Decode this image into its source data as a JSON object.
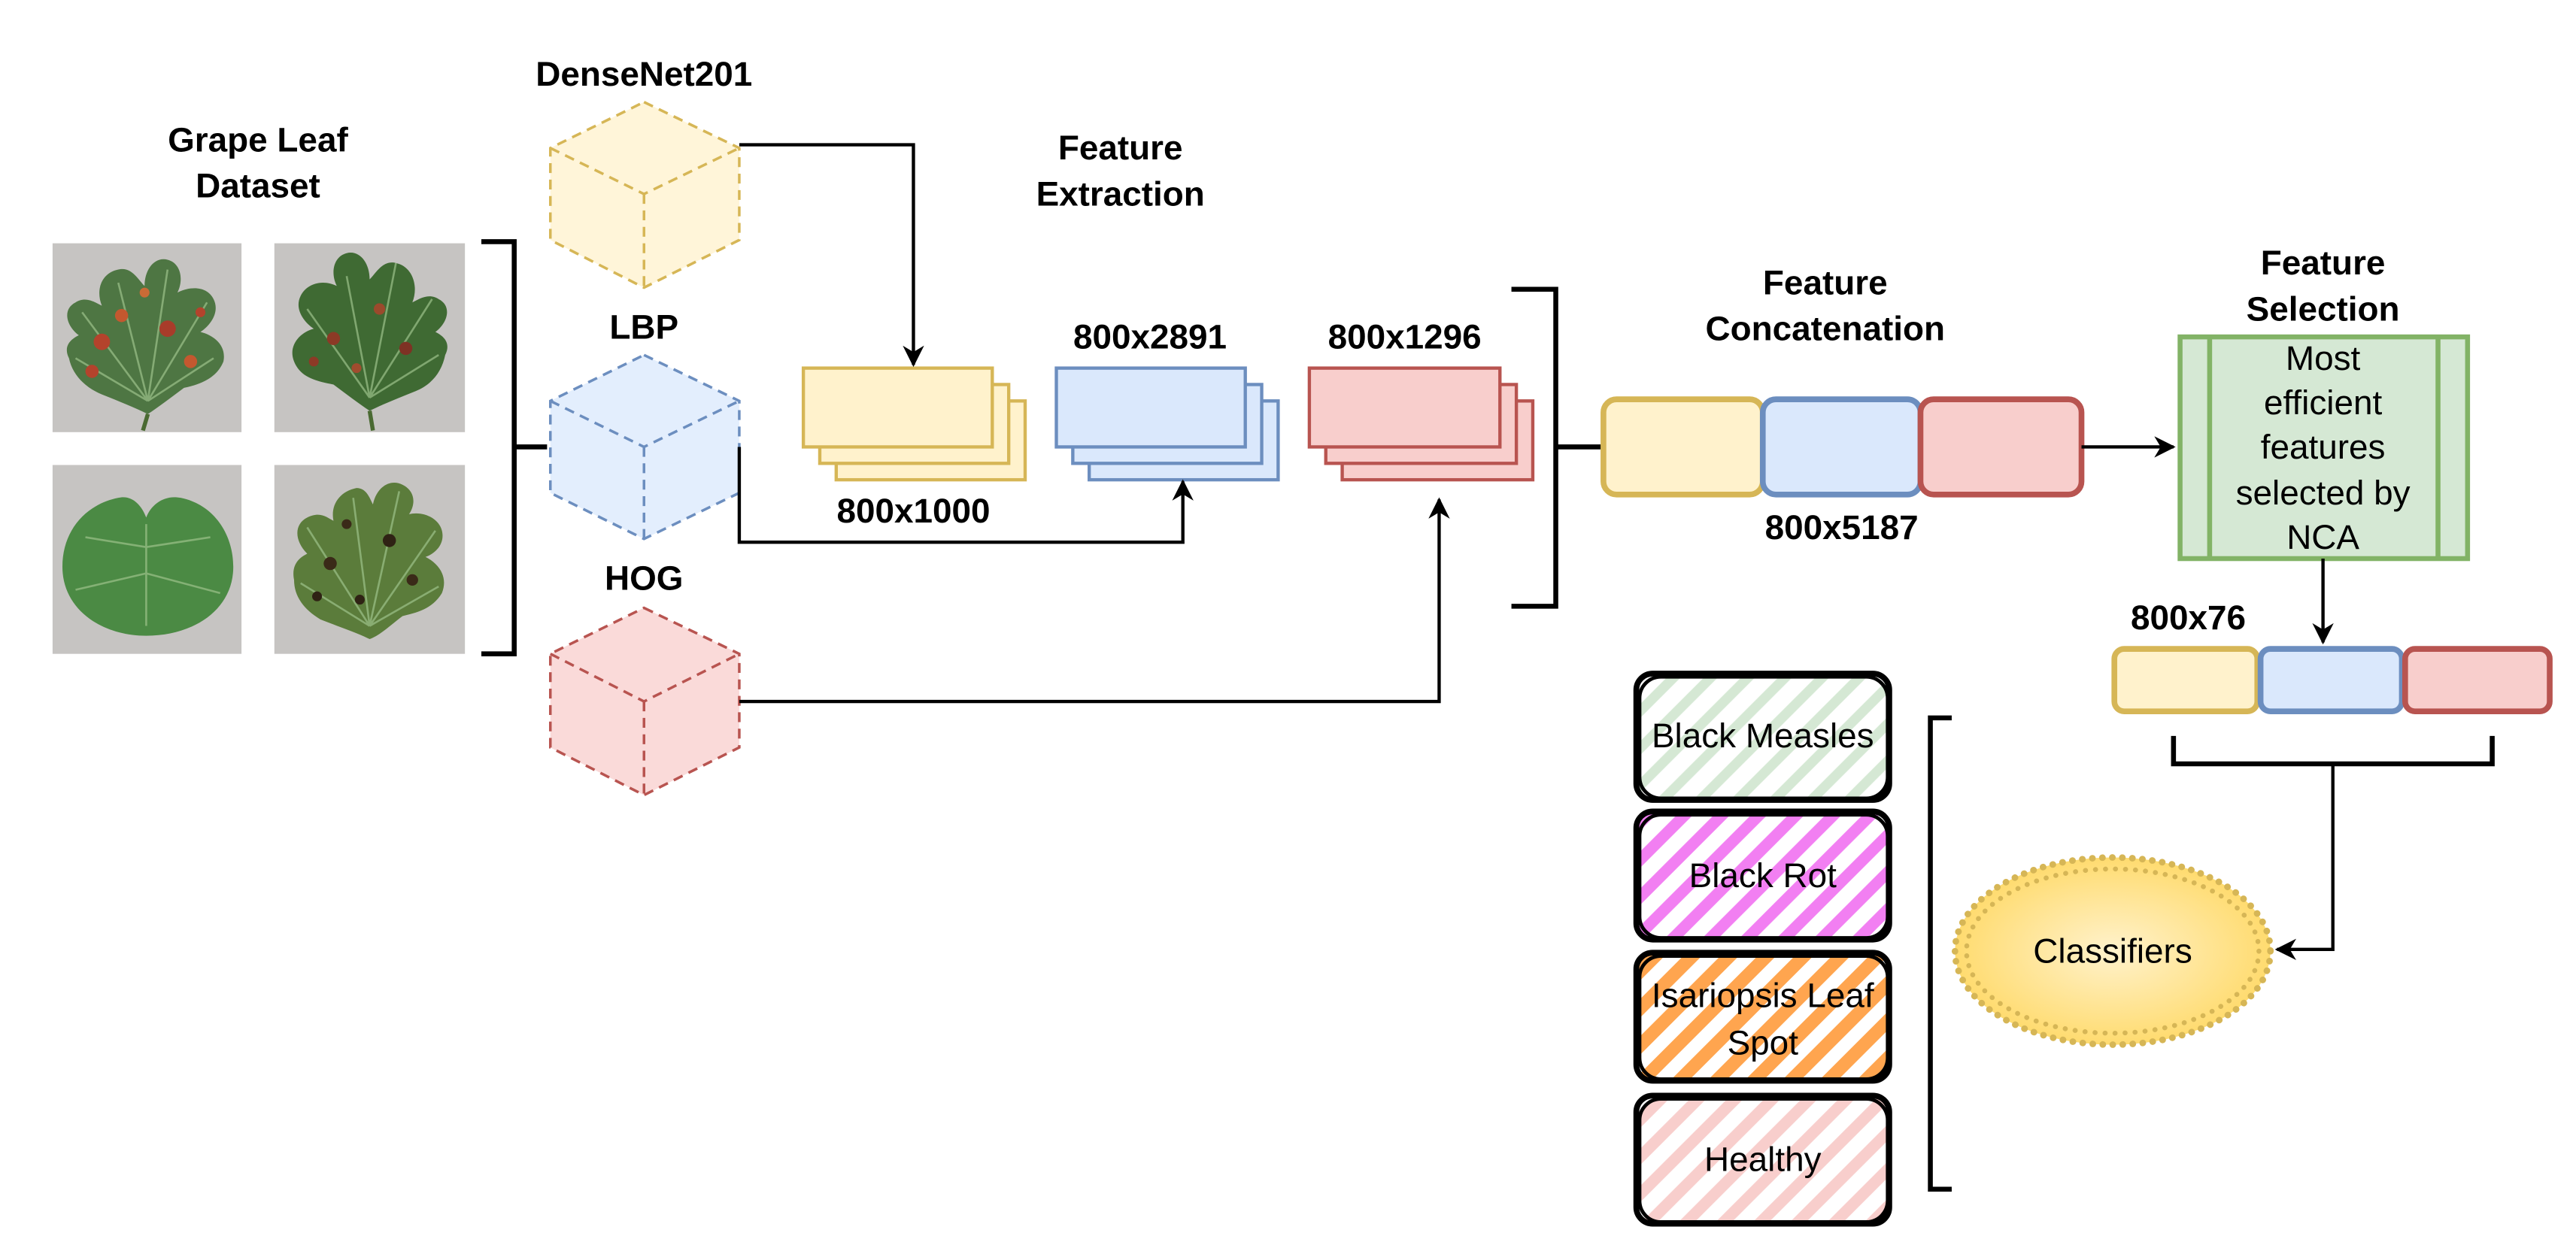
{
  "dataset": {
    "title_lines": [
      "Grape Leaf",
      "Dataset"
    ]
  },
  "extractors": {
    "densenet": {
      "label": "DenseNet201"
    },
    "lbp": {
      "label": "LBP"
    },
    "hog": {
      "label": "HOG"
    }
  },
  "feature_extraction": {
    "title_lines": [
      "Feature",
      "Extraction"
    ]
  },
  "feature_maps": {
    "densenet_size": "800x1000",
    "lbp_size": "800x2891",
    "hog_size": "800x1296"
  },
  "concatenation": {
    "title_lines": [
      "Feature",
      "Concatenation"
    ],
    "size": "800x5187"
  },
  "selection": {
    "title_lines": [
      "Feature",
      "Selection"
    ],
    "box_lines": [
      "Most",
      "efficient",
      "features",
      "selected by",
      "NCA"
    ],
    "size": "800x76"
  },
  "classifiers": {
    "label": "Classifiers"
  },
  "classes": [
    {
      "lines": [
        "Black Measles"
      ]
    },
    {
      "lines": [
        "Black Rot"
      ]
    },
    {
      "lines": [
        "Isariopsis Leaf",
        "Spot"
      ]
    },
    {
      "lines": [
        "Healthy"
      ]
    }
  ],
  "colors": {
    "yellow-fill": "#fff2cc",
    "yellow-stroke": "#d6b656",
    "blue-fill": "#dae8fc",
    "blue-stroke": "#6c8ebf",
    "red-fill": "#f8cecc",
    "red-stroke": "#b85450",
    "green-fill": "#d5e8d4",
    "green-stroke": "#82b366",
    "classifier-center": "#fff2cc",
    "classifier-edge": "#ffd966",
    "classifier-stroke": "#d6b656",
    "hatch-green": "#d5e8d4",
    "hatch-magenta": "#f27ff2",
    "hatch-orange": "#ffa54f",
    "hatch-pink": "#f8cecc"
  }
}
